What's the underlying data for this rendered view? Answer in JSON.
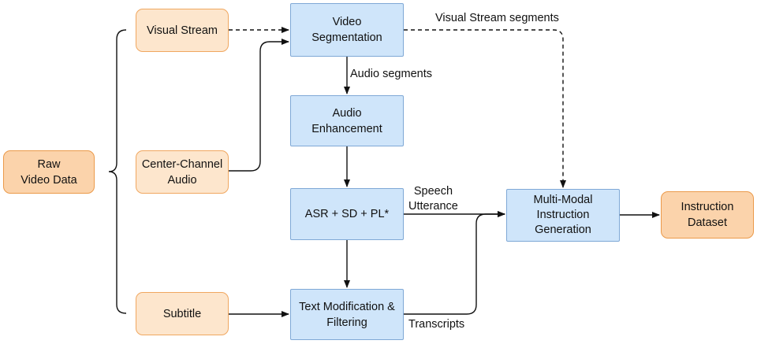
{
  "nodes": {
    "raw_video": [
      "Raw",
      "Video Data"
    ],
    "visual_stream": [
      "Visual Stream"
    ],
    "center_audio": [
      "Center-Channel",
      "Audio"
    ],
    "subtitle": [
      "Subtitle"
    ],
    "video_seg": [
      "Video",
      "Segmentation"
    ],
    "audio_enh": [
      "Audio",
      "Enhancement"
    ],
    "asr": [
      "ASR + SD + PL*"
    ],
    "text_mod": [
      "Text Modification &",
      "Filtering"
    ],
    "mm_gen": [
      "Multi-Modal",
      "Instruction",
      "Generation"
    ],
    "dataset": [
      "Instruction",
      "Dataset"
    ]
  },
  "edge_labels": {
    "visual_segments": "Visual Stream segments",
    "audio_segments": "Audio segments",
    "speech": [
      "Speech",
      "Utterance"
    ],
    "transcripts": "Transcripts"
  },
  "colors": {
    "input_fill": "#fbd3ab",
    "input_border": "#eb9a4a",
    "source_fill": "#fde6cd",
    "process_fill": "#cfe5fa",
    "process_border": "#7fa8d6",
    "edge": "#111111"
  }
}
